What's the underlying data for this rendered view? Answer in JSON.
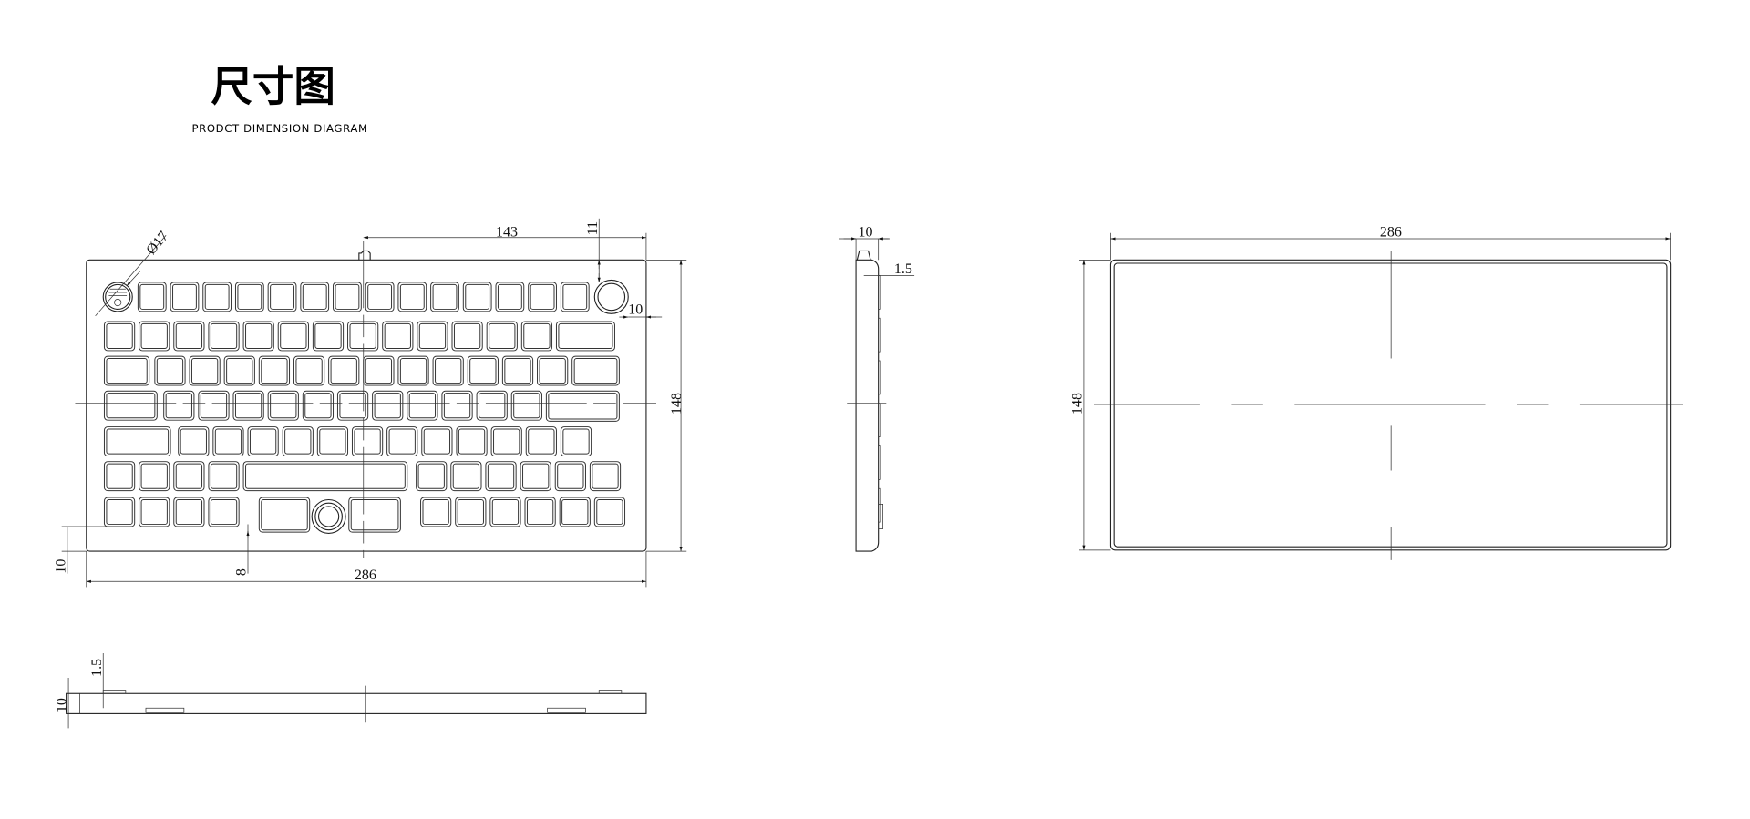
{
  "header": {
    "title": "尺寸图",
    "subtitle": "PRODCT DIMENSION DIAGRAM"
  },
  "front_view": {
    "diameter_label": "Ø17",
    "half_width_label": "143",
    "knob_top_offset_label": "11",
    "knob_side_offset_label": "10",
    "height_label": "148",
    "width_label": "286",
    "bottom_margin_label": "10",
    "trackball_offset_label": "8"
  },
  "side_view": {
    "depth_label": "10",
    "key_height_label": "1.5"
  },
  "back_view": {
    "width_label": "286",
    "height_label": "148"
  },
  "bottom_view": {
    "foot_label": "1.5",
    "thickness_label": "10"
  }
}
